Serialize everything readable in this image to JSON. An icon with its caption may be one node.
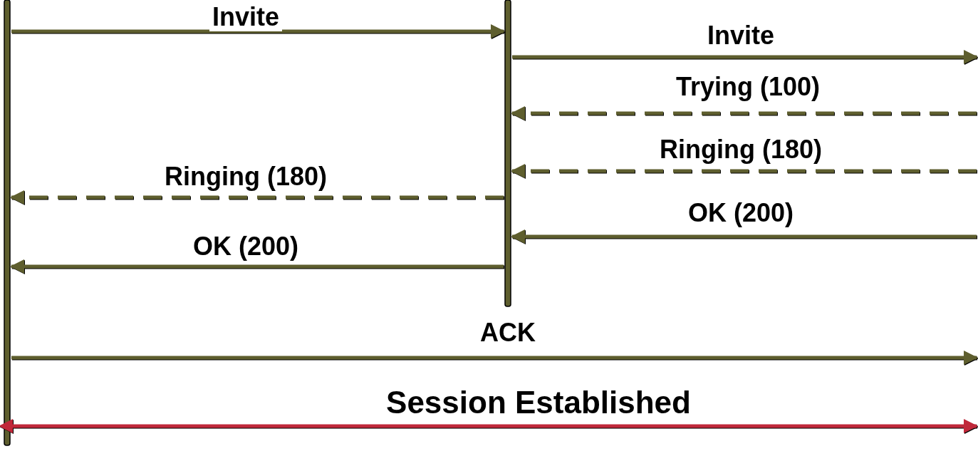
{
  "diagram": {
    "nodes": [
      {
        "text": [],
        "shape": "bar"
      },
      {
        "text": [],
        "shape": "bar"
      }
    ],
    "edges": [
      {
        "from": 0,
        "to": 1,
        "arrow": "to",
        "label": "Invite"
      },
      {
        "from": 1,
        "to": null,
        "arrow": "to",
        "label": "Invite"
      },
      {
        "from": null,
        "to": 1,
        "arrow": "to",
        "label": "Trying (100)",
        "style": "dashed"
      },
      {
        "from": null,
        "to": 1,
        "arrow": "to",
        "label": "Ringing (180)",
        "style": "dashed"
      },
      {
        "from": 1,
        "to": 0,
        "arrow": "to",
        "label": "Ringing (180)",
        "style": "dashed"
      },
      {
        "from": null,
        "to": 1,
        "arrow": "to",
        "label": "OK (200)"
      },
      {
        "from": 1,
        "to": 0,
        "arrow": "to",
        "label": "OK (200)"
      },
      {
        "from": 0,
        "to": null,
        "arrow": "to",
        "label": "ACK"
      },
      {
        "from": 0,
        "to": null,
        "arrow": "both",
        "label": "Session Established",
        "color": "#c0283a"
      }
    ]
  }
}
